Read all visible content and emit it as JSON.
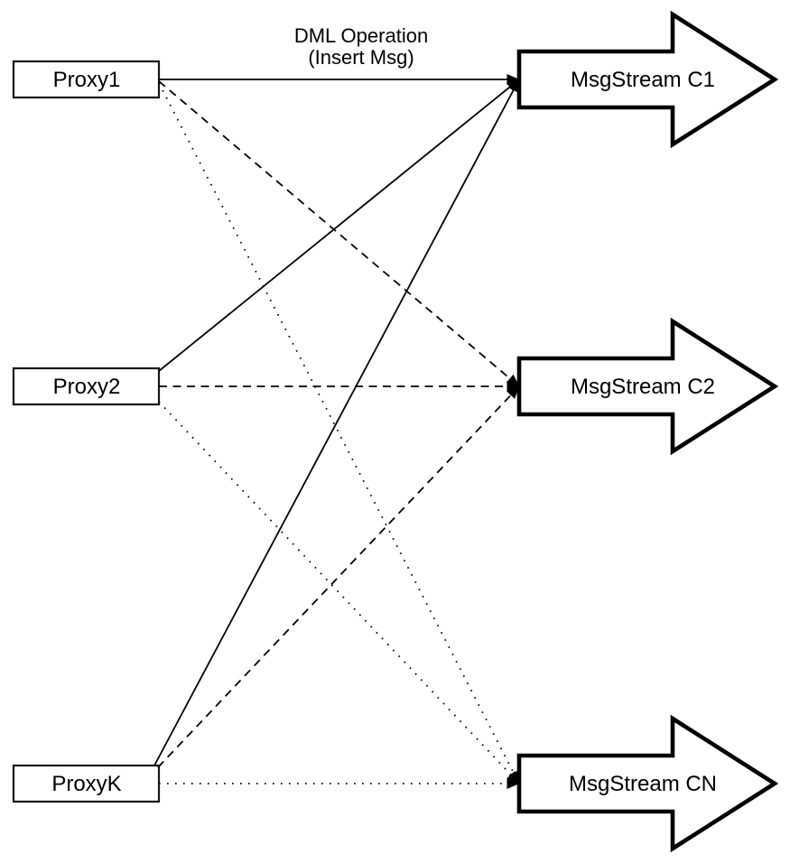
{
  "diagram": {
    "annotation": {
      "line1": "DML Operation",
      "line2": "(Insert Msg)"
    },
    "proxies": [
      {
        "id": "proxy1",
        "label": "Proxy1"
      },
      {
        "id": "proxy2",
        "label": "Proxy2"
      },
      {
        "id": "proxyk",
        "label": "ProxyK"
      }
    ],
    "streams": [
      {
        "id": "c1",
        "label": "MsgStream C1"
      },
      {
        "id": "c2",
        "label": "MsgStream C2"
      },
      {
        "id": "cn",
        "label": "MsgStream CN"
      }
    ],
    "edges": [
      {
        "from": "proxy1",
        "to": "c1",
        "style": "solid"
      },
      {
        "from": "proxy1",
        "to": "c2",
        "style": "dashed"
      },
      {
        "from": "proxy1",
        "to": "cn",
        "style": "dotted"
      },
      {
        "from": "proxy2",
        "to": "c1",
        "style": "solid"
      },
      {
        "from": "proxy2",
        "to": "c2",
        "style": "dashed"
      },
      {
        "from": "proxy2",
        "to": "cn",
        "style": "dotted"
      },
      {
        "from": "proxyk",
        "to": "c1",
        "style": "solid"
      },
      {
        "from": "proxyk",
        "to": "c2",
        "style": "dashed"
      },
      {
        "from": "proxyk",
        "to": "cn",
        "style": "dotted"
      }
    ],
    "colors": {
      "line": "#000000",
      "shape_border": "#000000",
      "box_border": "#161616",
      "shape_fill": "#ffffff",
      "background": "#ffffff",
      "text": "#000000"
    }
  }
}
